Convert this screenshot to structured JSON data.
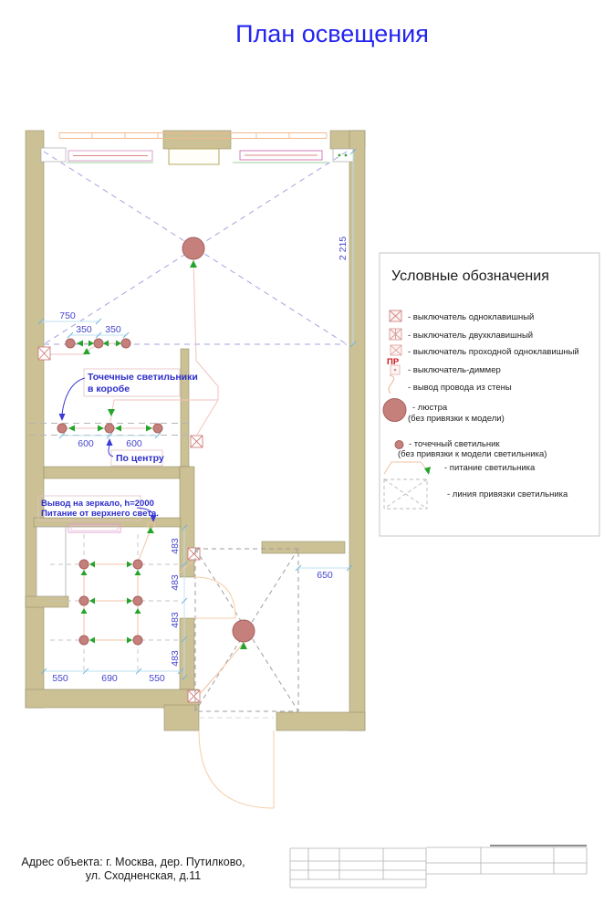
{
  "title": "План освещения",
  "colors": {
    "title_blue": "#2424f0",
    "wall_fill": "#ccc095",
    "wall_stroke": "#95906b",
    "light_fill": "#c5807b",
    "light_stroke": "#a66160",
    "wire_pink": "#f2c2c0",
    "wire_peach": "#f0c3a4",
    "switch_pink": "#d07f7b",
    "dim_text_blue": "#4646ce",
    "dim_line_blue": "#bfe0f2",
    "annotation_blue": "#2e2ecb",
    "binding_lavender": "#a4a4e0",
    "binding_gray": "#9e9e9e",
    "green_arrow": "#22a52a"
  },
  "legend": {
    "title": "Условные обозначения",
    "items": [
      {
        "label": "- выключатель одноклавишный"
      },
      {
        "label": "- выключатель двухклавишный"
      },
      {
        "label": "- выключатель проходной одноклавишный",
        "tag": "ПР"
      },
      {
        "label": "- выключатель-диммер"
      },
      {
        "label": "- вывод провода из стены"
      },
      {
        "label": "- люстра",
        "label2": "(без привязки к модели)"
      },
      {
        "label": "- точечный светильник",
        "label2": "(без привязки к модели светильника)"
      },
      {
        "label": "- питание светильника"
      },
      {
        "label": "- линия привязки светильника"
      }
    ]
  },
  "plan": {
    "dimensions": {
      "d750": "750",
      "d350a": "350",
      "d350b": "350",
      "d600a": "600",
      "d600b": "600",
      "d2215": "2 215",
      "d650": "650",
      "d483": [
        "483",
        "483",
        "483",
        "483"
      ],
      "d550a": "550",
      "d690": "690",
      "d550b": "550"
    },
    "annotations": {
      "spotlights_line1": "Точечные светильники",
      "spotlights_line2": "в коробе",
      "center": "По центру",
      "mirror_line1": "Вывод на зеркало, h=2000",
      "mirror_line2": "Питание от верхнего света."
    }
  },
  "footer": {
    "address_line1": "Адрес объекта: г. Москва, дер. Путилково,",
    "address_line2": "ул. Сходненская, д.11"
  }
}
